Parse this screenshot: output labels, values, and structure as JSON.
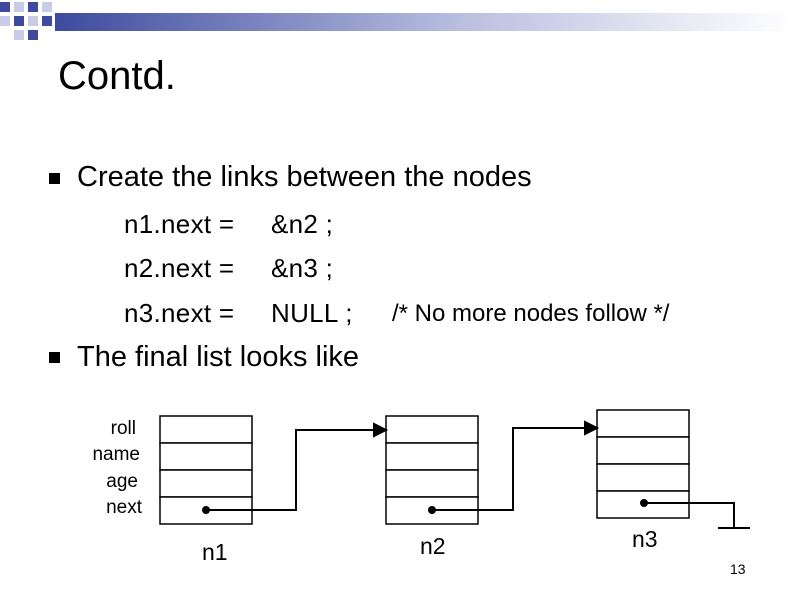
{
  "slide": {
    "title": "Contd.",
    "bullets": [
      {
        "text": "Create the links between the nodes"
      },
      {
        "text": "The final list looks like"
      }
    ],
    "code_lines": [
      {
        "lhs": "n1.next =",
        "rhs": "&n2 ;",
        "comment": ""
      },
      {
        "lhs": "n2.next =",
        "rhs": "&n3 ;",
        "comment": ""
      },
      {
        "lhs": "n3.next =",
        "rhs": "NULL ;",
        "comment": "/* No more nodes follow */"
      }
    ],
    "field_labels": [
      "roll",
      "name",
      "age",
      "next"
    ],
    "nodes": [
      "n1",
      "n2",
      "n3"
    ],
    "page_number": "13"
  },
  "colors": {
    "decoration_blue": "#3d4a9e",
    "decoration_light": "#c8cce6",
    "box_fill": "#ffffff",
    "line": "#000000"
  }
}
